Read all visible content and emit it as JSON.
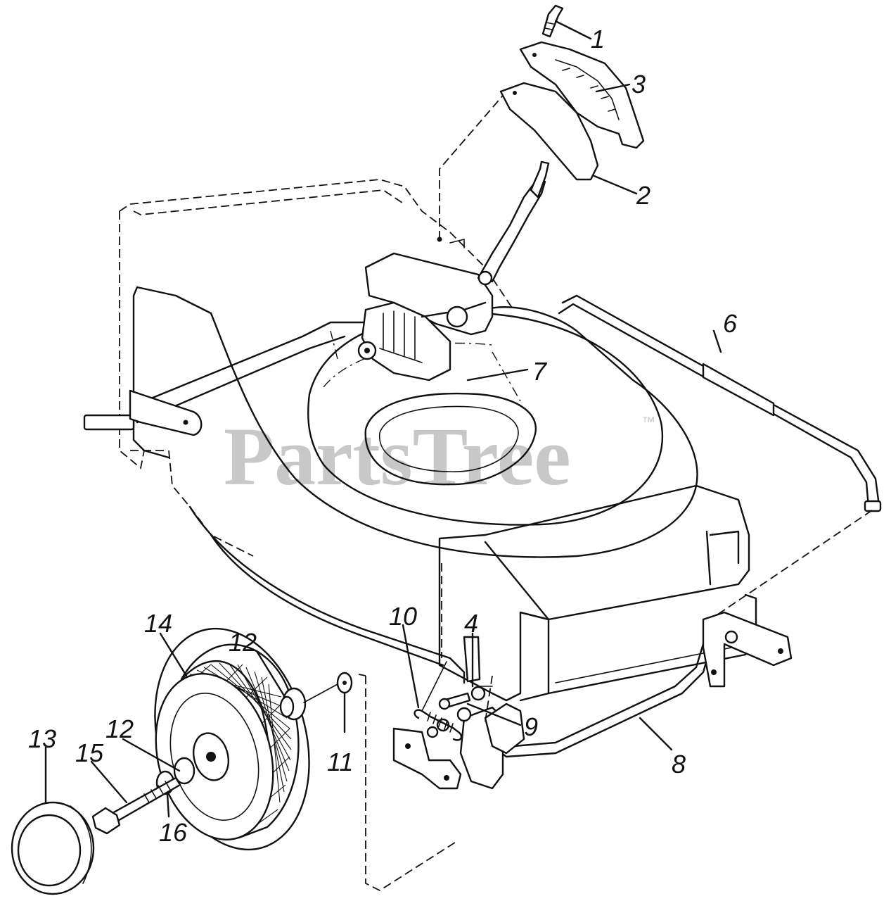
{
  "watermark": {
    "text": "PartsTree",
    "trademark": "™"
  },
  "callouts": [
    {
      "id": "callout-1",
      "label": "1"
    },
    {
      "id": "callout-2",
      "label": "2"
    },
    {
      "id": "callout-3",
      "label": "3"
    },
    {
      "id": "callout-4",
      "label": "4"
    },
    {
      "id": "callout-6",
      "label": "6"
    },
    {
      "id": "callout-7",
      "label": "7"
    },
    {
      "id": "callout-8",
      "label": "8"
    },
    {
      "id": "callout-9",
      "label": "9"
    },
    {
      "id": "callout-10",
      "label": "10"
    },
    {
      "id": "callout-11",
      "label": "11"
    },
    {
      "id": "callout-12-upper",
      "label": "12"
    },
    {
      "id": "callout-12-lower",
      "label": "12"
    },
    {
      "id": "callout-13",
      "label": "13"
    },
    {
      "id": "callout-14",
      "label": "14"
    },
    {
      "id": "callout-15",
      "label": "15"
    },
    {
      "id": "callout-16",
      "label": "16"
    }
  ],
  "colors": {
    "line": "#111111",
    "watermark": "#c8c8c8",
    "background": "#ffffff"
  }
}
